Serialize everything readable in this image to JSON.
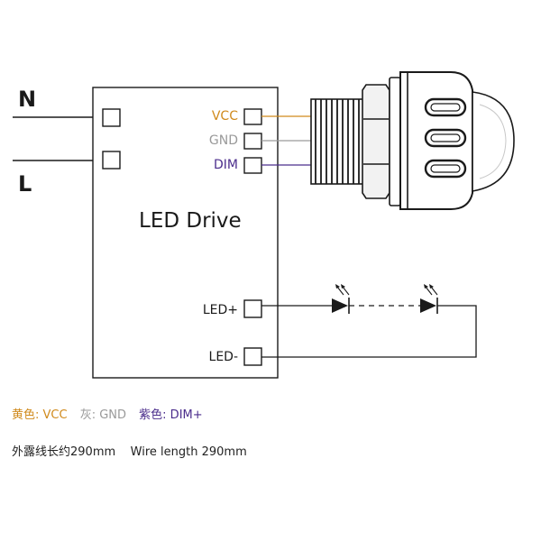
{
  "mains": {
    "n_label": "N",
    "l_label": "L"
  },
  "driver": {
    "title": "LED Drive",
    "vcc_label": "VCC",
    "gnd_label": "GND",
    "dim_label": "DIM",
    "led_plus_label": "LED+",
    "led_minus_label": "LED-"
  },
  "legend": {
    "yellow": "黄色: VCC",
    "gray": "灰: GND",
    "purple": "紫色: DIM+"
  },
  "note": {
    "cn": "外露线长约290mm",
    "en": "Wire length 290mm"
  },
  "colors": {
    "vcc": "#d08a1c",
    "gnd": "#9a9a9a",
    "dim": "#4b2d8c",
    "line": "#1a1a1a"
  },
  "icons": [
    "led-diode-icon",
    "light-arrows-icon",
    "sensor-device-icon"
  ]
}
